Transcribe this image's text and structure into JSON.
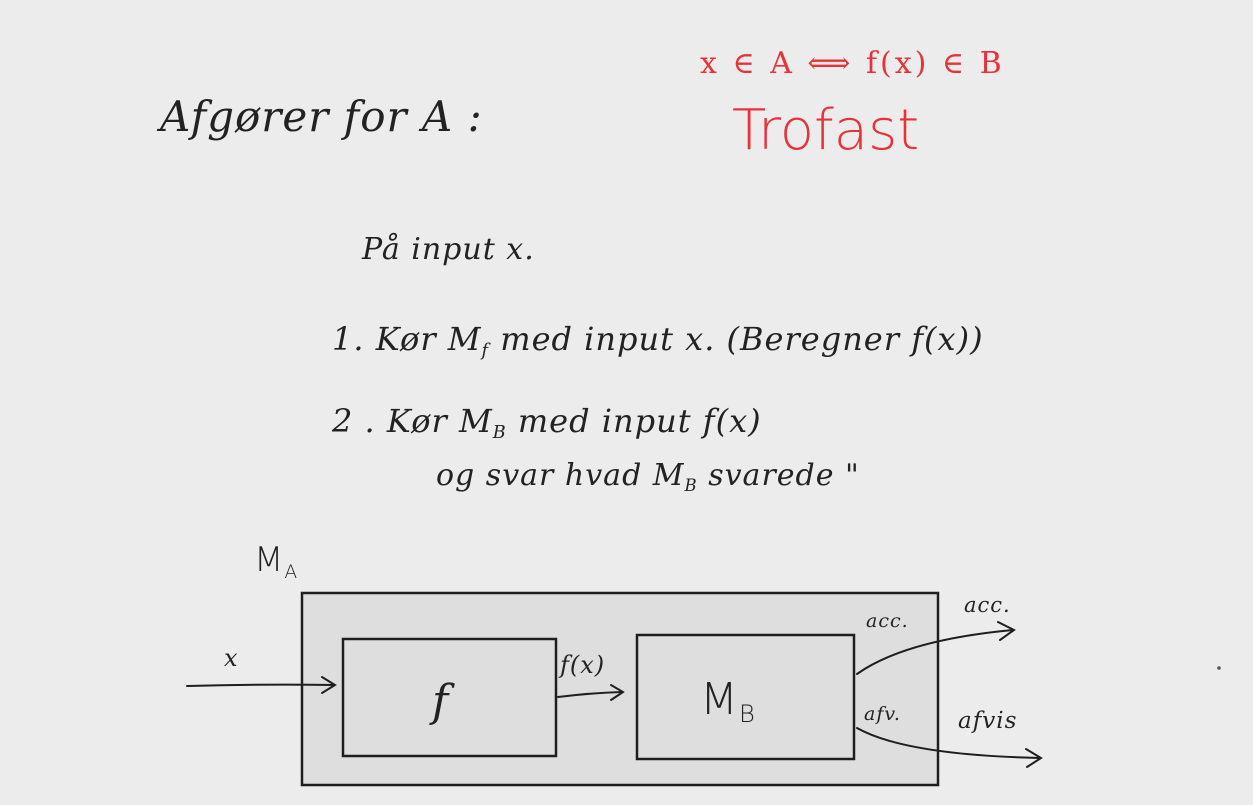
{
  "heading": {
    "text": "Afgører for A :"
  },
  "annotation": {
    "formula": "x ∈ A ⟺ f(x) ∈ B",
    "word": "Trofast",
    "color": "#e8323a"
  },
  "algorithm": {
    "input_line": "På input x.",
    "step1_prefix": "1.  Kør M",
    "step1_sub": "f",
    "step1_suffix": " med input x.  (Beregner f(x))",
    "step2_prefix": "2 .  Kør M",
    "step2_sub": "B",
    "step2_suffix": "  med input  f(x)",
    "step2_cont_prefix": "og svar hvad M",
    "step2_cont_sub": "B",
    "step2_cont_suffix": " svarede \""
  },
  "diagram": {
    "machine_label": "M",
    "machine_sub": "A",
    "input_label": "x",
    "box_f_label": "f",
    "box_mb_label": "M",
    "box_mb_sub": "B",
    "edge_fx_label": "f(x)",
    "accept_inner": "acc.",
    "accept_outer": "acc.",
    "reject_inner": "afv.",
    "reject_outer": "afvis"
  }
}
